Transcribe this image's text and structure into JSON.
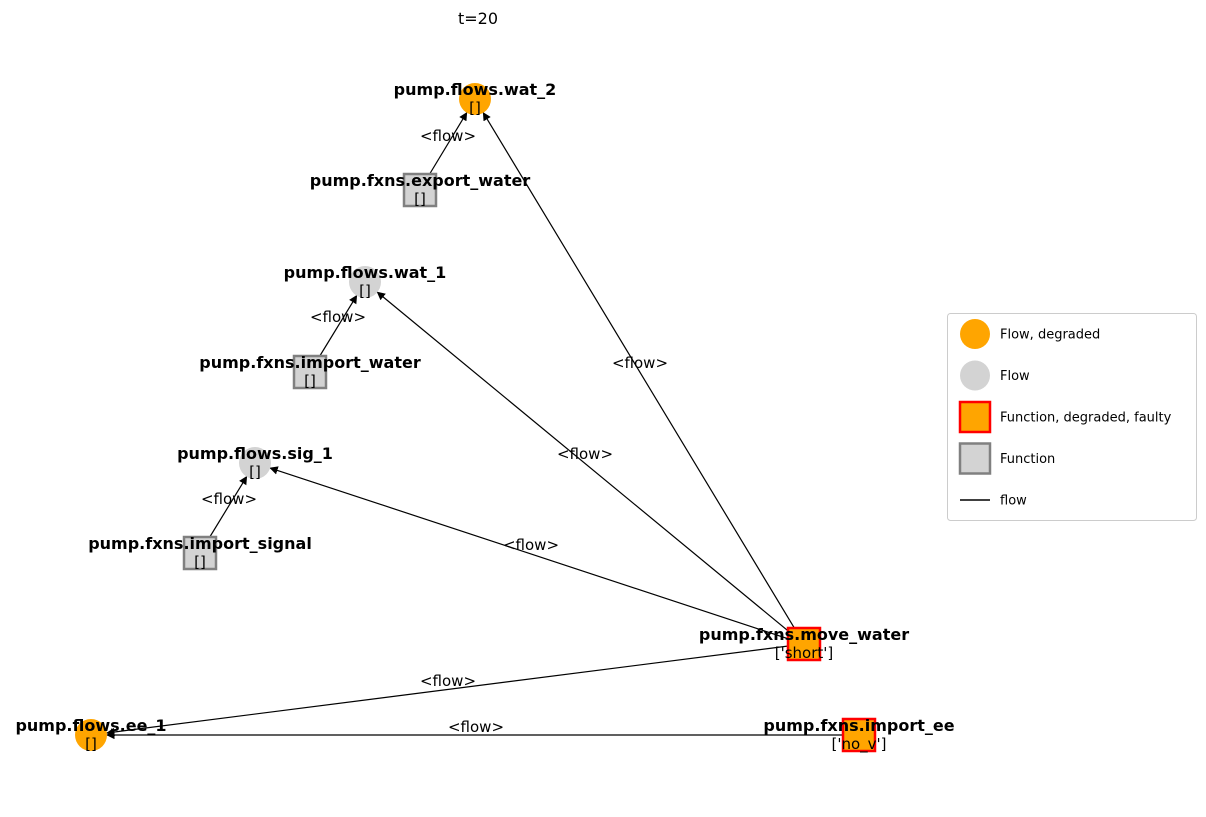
{
  "title": "t=20",
  "colors": {
    "degraded": "#ffa500",
    "normal": "#d3d3d3",
    "faulty_border": "#ff0000",
    "function_border": "#808080",
    "edge": "#000000"
  },
  "nodes": [
    {
      "id": "wat_2",
      "name": "pump.flows.wat_2",
      "state": "[]",
      "kind": "flow",
      "status": "degraded"
    },
    {
      "id": "export_water",
      "name": "pump.fxns.export_water",
      "state": "[]",
      "kind": "function",
      "status": "normal"
    },
    {
      "id": "wat_1",
      "name": "pump.flows.wat_1",
      "state": "[]",
      "kind": "flow",
      "status": "normal"
    },
    {
      "id": "import_water",
      "name": "pump.fxns.import_water",
      "state": "[]",
      "kind": "function",
      "status": "normal"
    },
    {
      "id": "sig_1",
      "name": "pump.flows.sig_1",
      "state": "[]",
      "kind": "flow",
      "status": "normal"
    },
    {
      "id": "import_signal",
      "name": "pump.fxns.import_signal",
      "state": "[]",
      "kind": "function",
      "status": "normal"
    },
    {
      "id": "move_water",
      "name": "pump.fxns.move_water",
      "state": "['short']",
      "kind": "function",
      "status": "degraded_faulty"
    },
    {
      "id": "ee_1",
      "name": "pump.flows.ee_1",
      "state": "[]",
      "kind": "flow",
      "status": "degraded"
    },
    {
      "id": "import_ee",
      "name": "pump.fxns.import_ee",
      "state": "['no_v']",
      "kind": "function",
      "status": "degraded_faulty"
    }
  ],
  "edges": [
    {
      "from": "export_water",
      "to": "wat_2",
      "label": "<flow>"
    },
    {
      "from": "import_water",
      "to": "wat_1",
      "label": "<flow>"
    },
    {
      "from": "import_signal",
      "to": "sig_1",
      "label": "<flow>"
    },
    {
      "from": "move_water",
      "to": "wat_2",
      "label": "<flow>"
    },
    {
      "from": "move_water",
      "to": "wat_1",
      "label": "<flow>"
    },
    {
      "from": "move_water",
      "to": "sig_1",
      "label": "<flow>"
    },
    {
      "from": "move_water",
      "to": "ee_1",
      "label": "<flow>"
    },
    {
      "from": "import_ee",
      "to": "ee_1",
      "label": "<flow>"
    }
  ],
  "legend": [
    {
      "label": "Flow, degraded",
      "symbol": "circle",
      "status": "degraded"
    },
    {
      "label": "Flow",
      "symbol": "circle",
      "status": "normal"
    },
    {
      "label": "Function, degraded, faulty",
      "symbol": "square",
      "status": "degraded_faulty"
    },
    {
      "label": "Function",
      "symbol": "square",
      "status": "normal"
    },
    {
      "label": "flow",
      "symbol": "line",
      "status": "edge"
    }
  ]
}
